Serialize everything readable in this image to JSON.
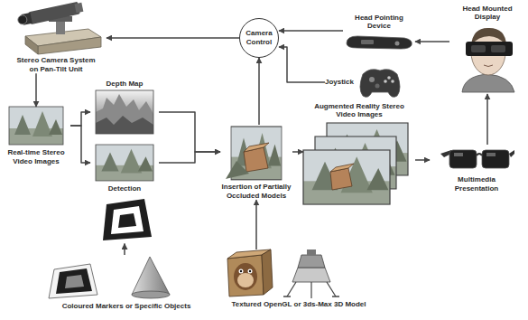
{
  "diagram": {
    "nodes": [
      {
        "text": [
          "Stereo Camera System on Pan-Tilt Unit"
        ]
      },
      {
        "text": [
          "Real-time Stereo Video Images"
        ]
      },
      {
        "text": [
          "Depth Map"
        ]
      },
      {
        "text": [
          "Detection"
        ]
      },
      {
        "text": [
          "Coloured Markers or Specific Objects"
        ]
      },
      {
        "text": [
          "Insertion of Partially Occluded Models"
        ]
      },
      {
        "text": [
          "Textured OpenGL or 3ds-Max 3D Model"
        ]
      },
      {
        "text": [
          "Camera Control"
        ]
      },
      {
        "text": [
          "Head Pointing Device"
        ]
      },
      {
        "text": [
          "Joystick"
        ]
      },
      {
        "text": [
          "Head Mounted Display"
        ]
      },
      {
        "text": [
          "Augmented Reality Stereo Video Images"
        ]
      },
      {
        "text": [
          "Multimedia Presentation"
        ]
      }
    ],
    "edges": [
      {
        "from": 7,
        "to": 0,
        "arrow": "to"
      },
      {
        "from": 0,
        "to": 1,
        "arrow": "to"
      },
      {
        "from": 1,
        "to": 2,
        "arrow": "to"
      },
      {
        "from": 1,
        "to": 3,
        "arrow": "to"
      },
      {
        "from": 2,
        "to": 5,
        "arrow": "to"
      },
      {
        "from": 3,
        "to": 5,
        "arrow": "to"
      },
      {
        "from": 4,
        "to": 3,
        "arrow": "to"
      },
      {
        "from": 6,
        "to": 5,
        "arrow": "to"
      },
      {
        "from": 5,
        "to": 7,
        "arrow": "to"
      },
      {
        "from": 5,
        "to": 11,
        "arrow": "to"
      },
      {
        "from": 11,
        "to": 12,
        "arrow": "to"
      },
      {
        "from": 12,
        "to": 10,
        "arrow": "to"
      },
      {
        "from": 10,
        "to": 8,
        "arrow": "to"
      },
      {
        "from": 8,
        "to": 7,
        "arrow": "to"
      },
      {
        "from": 9,
        "to": 7,
        "arrow": "to"
      }
    ]
  }
}
